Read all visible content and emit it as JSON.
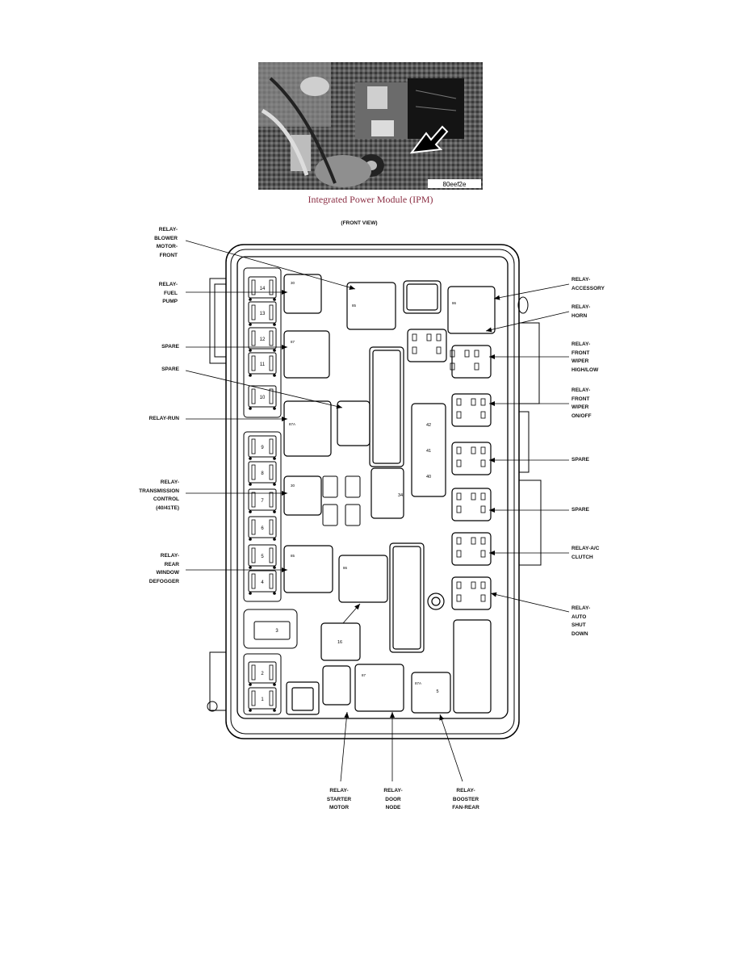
{
  "photo": {
    "caption": "Integrated Power Module (IPM)",
    "code": "80eef2e"
  },
  "diagram": {
    "view_label": "(FRONT VIEW)",
    "fuse_numbers": [
      "14",
      "13",
      "12",
      "11",
      "10",
      "9",
      "8",
      "7",
      "6",
      "5",
      "4",
      "3",
      "2",
      "1"
    ],
    "small_fuse_numbers": [
      "42",
      "41",
      "40",
      "34",
      "16",
      "5"
    ],
    "labels_left": [
      "RELAY-\nBLOWER\nMOTOR-\nFRONT",
      "RELAY-\nFUEL\nPUMP",
      "SPARE",
      "SPARE",
      "RELAY-RUN",
      "RELAY-\nTRANSMISSION\nCONTROL\n(40/41TE)",
      "RELAY-\nREAR\nWINDOW\nDEFOGGER"
    ],
    "labels_right": [
      "RELAY-\nACCESSORY",
      "RELAY-\nHORN",
      "RELAY-\nFRONT\nWIPER\nHIGH/LOW",
      "RELAY-\nFRONT\nWIPER\nON/OFF",
      "SPARE",
      "SPARE",
      "RELAY-A/C\nCLUTCH",
      "RELAY-\nAUTO\nSHUT\nDOWN"
    ],
    "labels_bottom": [
      "RELAY-\nSTARTER\nMOTOR",
      "RELAY-\nDOOR\nNODE",
      "RELAY-\nBOOSTER\nFAN-REAR"
    ],
    "pin_labels": [
      "30",
      "85",
      "86",
      "87",
      "87A"
    ]
  }
}
